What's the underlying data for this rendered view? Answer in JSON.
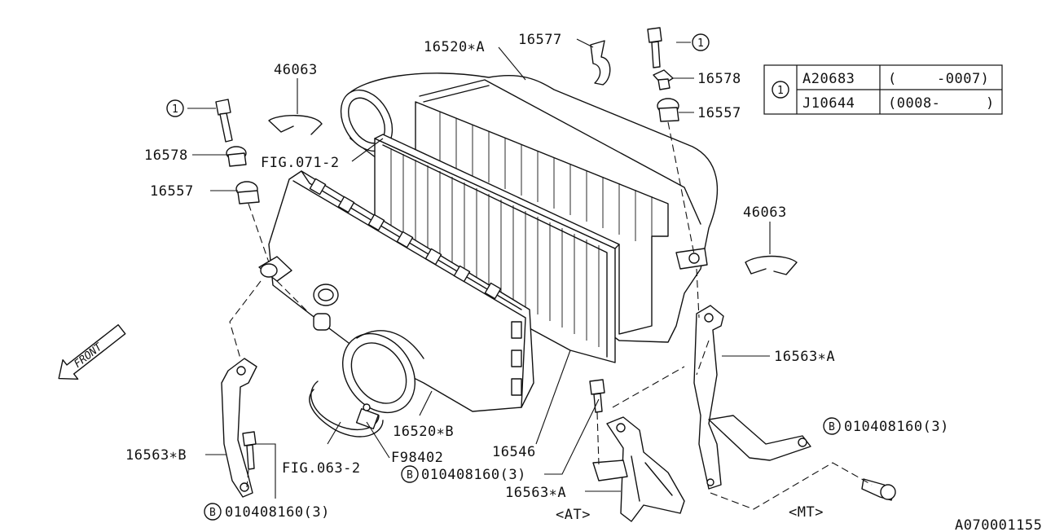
{
  "labels": {
    "p16520a": "16520∗A",
    "p16577": "16577",
    "p46063_left": "46063",
    "p46063_right": "46063",
    "p16578_left": "16578",
    "p16557_left": "16557",
    "p16578_right": "16578",
    "p16557_right": "16557",
    "fig071": "FIG.071-2",
    "p16563a_upper": "16563∗A",
    "p16563a_lower": "16563∗A",
    "p16563b": "16563∗B",
    "p16520b": "16520∗B",
    "p16546": "16546",
    "f98402": "F98402",
    "fig063": "FIG.063-2",
    "bolt_lower_left": "010408160(3)",
    "bolt_center": "010408160(3)",
    "bolt_right": "010408160(3)",
    "at": "<AT>",
    "mt": "<MT>",
    "front": "FRONT",
    "diagram_id": "A070001155"
  },
  "callouts": {
    "circle_1": "1",
    "circle_b": "B"
  },
  "table": {
    "ref": "1",
    "rows": [
      {
        "part": "A20683",
        "range_open": "(",
        "range_val": "-0007)"
      },
      {
        "part": "J10644",
        "range_open": "(0008-",
        "range_val": ")"
      }
    ]
  }
}
